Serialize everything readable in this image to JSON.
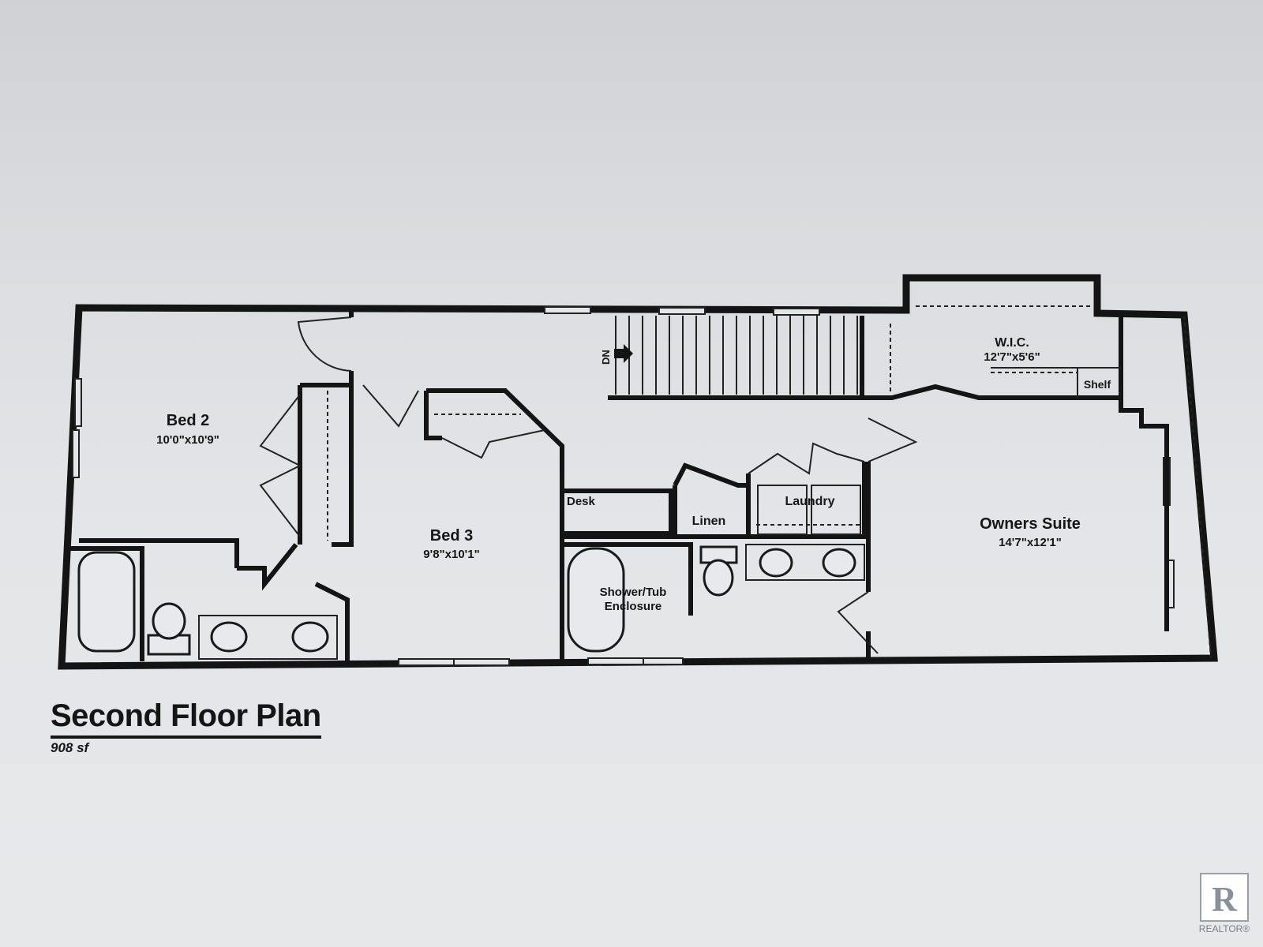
{
  "plan": {
    "title": "Second Floor Plan",
    "area": "908 sf"
  },
  "rooms": {
    "bed2": {
      "name": "Bed 2",
      "size": "10'0\"x10'9\""
    },
    "bed3": {
      "name": "Bed 3",
      "size": "9'8\"x10'1\""
    },
    "wic": {
      "name": "W.I.C.",
      "size": "12'7\"x5'6\""
    },
    "owners": {
      "name": "Owners Suite",
      "size": "14'7\"x12'1\""
    },
    "desk": {
      "name": "Desk"
    },
    "linen": {
      "name": "Linen"
    },
    "laundry": {
      "name": "Laundry"
    },
    "shelf": {
      "name": "Shelf"
    },
    "shower": {
      "line1": "Shower/Tub",
      "line2": "Enclosure"
    }
  },
  "stairs": {
    "label": "DN"
  },
  "logo": {
    "brand_text": "REALTOR®"
  }
}
